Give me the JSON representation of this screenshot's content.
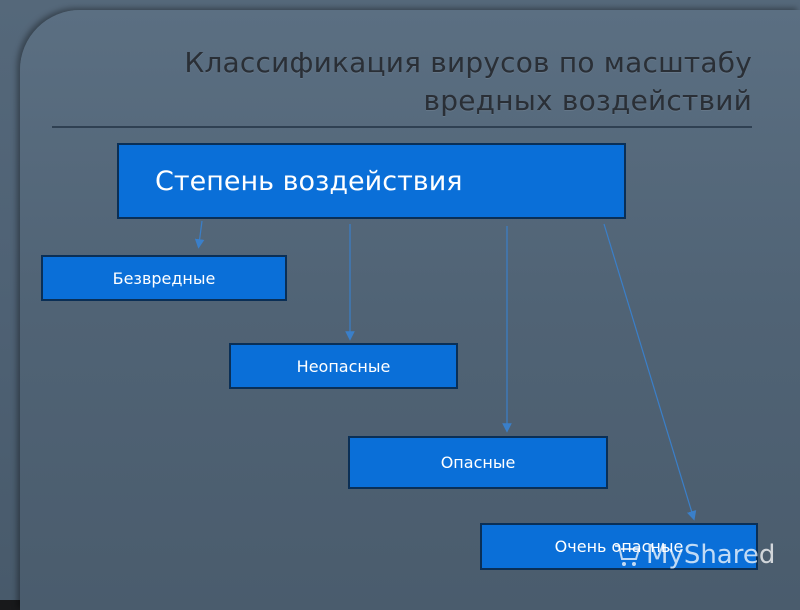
{
  "slide": {
    "title": "Классификация вирусов по масштабу вредных воздействий"
  },
  "diagram": {
    "root": "Степень воздействия",
    "children": [
      "Безвредные",
      "Неопасные",
      "Опасные",
      "Очень опасные"
    ]
  },
  "watermark": {
    "brand": "MyShared",
    "icon": "cart-icon"
  },
  "colors": {
    "background": "#4f6275",
    "box_fill": "#0a6fd8",
    "box_border": "#0a2f56",
    "title": "#2a2f36"
  }
}
